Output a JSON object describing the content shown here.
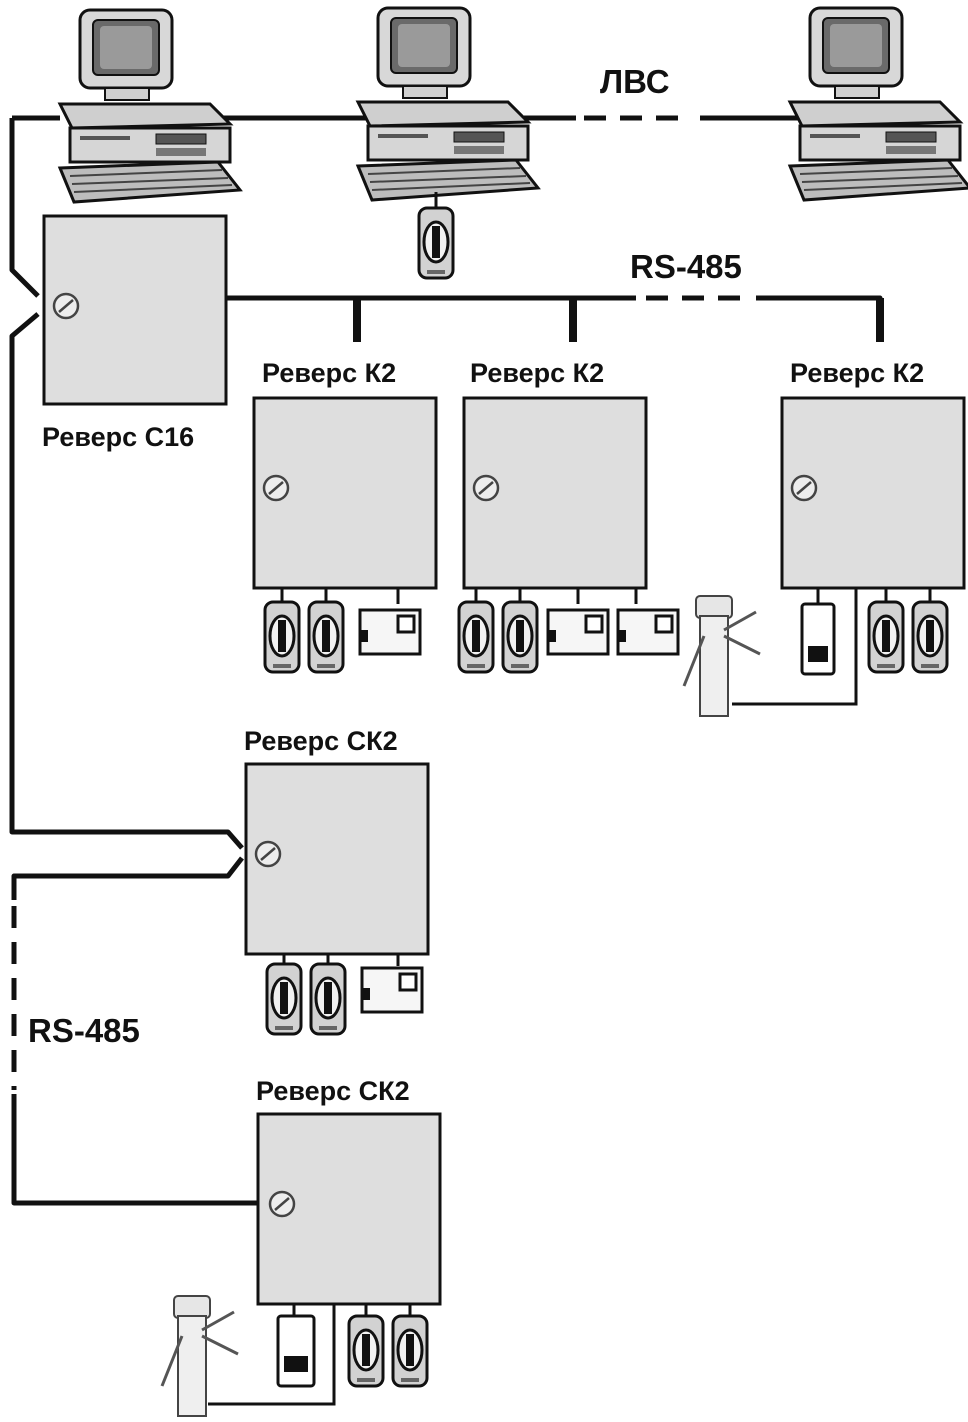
{
  "networks": {
    "lan_label": "ЛВС",
    "rs485_top_label": "RS-485",
    "rs485_left_label": "RS-485"
  },
  "controllers": {
    "c16": "Реверс С16",
    "k2_1": "Реверс К2",
    "k2_2": "Реверс К2",
    "k2_3": "Реверс К2",
    "ck2_1": "Реверс СК2",
    "ck2_2": "Реверс СК2"
  },
  "icons": {
    "computer": "computer-icon",
    "reader": "card-reader-icon",
    "lock": "lock-icon",
    "turnstile": "turnstile-icon",
    "controller_box": "controller-box"
  },
  "colors": {
    "box_fill": "#dedede",
    "line": "#111111"
  }
}
